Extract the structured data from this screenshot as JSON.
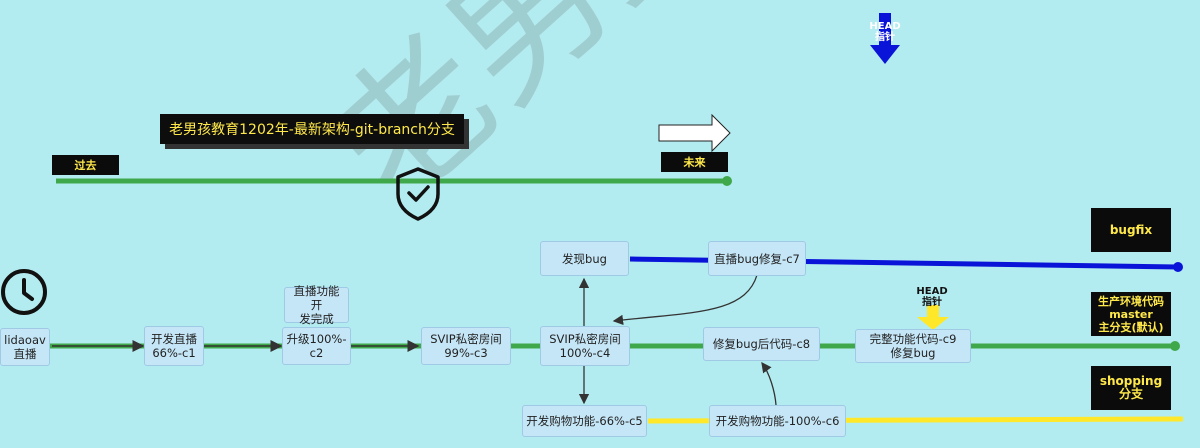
{
  "title": "老男孩教育1202年-最新架构-git-branch分支",
  "timeline": {
    "past": "过去",
    "future": "未来"
  },
  "watermark": "老男孩-李",
  "head_top": "HEAD\n指针",
  "head_master": "HEAD\n指针",
  "labels": {
    "bugfix": "bugfix",
    "master": "生产环境代码\nmaster\n主分支(默认)",
    "shopping": "shopping\n分支"
  },
  "nodes": {
    "lidaoav": "lidaoav\n直播",
    "c1": "开发直播\n66%-c1",
    "c2_note": "直播功能开\n发完成",
    "c2": "升级100%-\nc2",
    "c3": "SVIP私密房间\n99%-c3",
    "c4": "SVIP私密房间\n100%-c4",
    "bug": "发现bug",
    "c7": "直播bug修复-c7",
    "c8": "修复bug后代码-c8",
    "c9": "完整功能代码-c9\n修复bug",
    "c5": "开发购物功能-66%-c5",
    "c6": "开发购物功能-100%-c6"
  },
  "colors": {
    "background": "#b3ecf0",
    "master_line": "#3fa84a",
    "bugfix_line": "#0a14d8",
    "shopping_line": "#ffe82a",
    "head_top_arrow": "#0a14d8",
    "head_master_arrow": "#ffe82a"
  },
  "icons": [
    "clock-icon",
    "shield-check-icon",
    "future-arrow-icon",
    "head-arrow-icon"
  ]
}
